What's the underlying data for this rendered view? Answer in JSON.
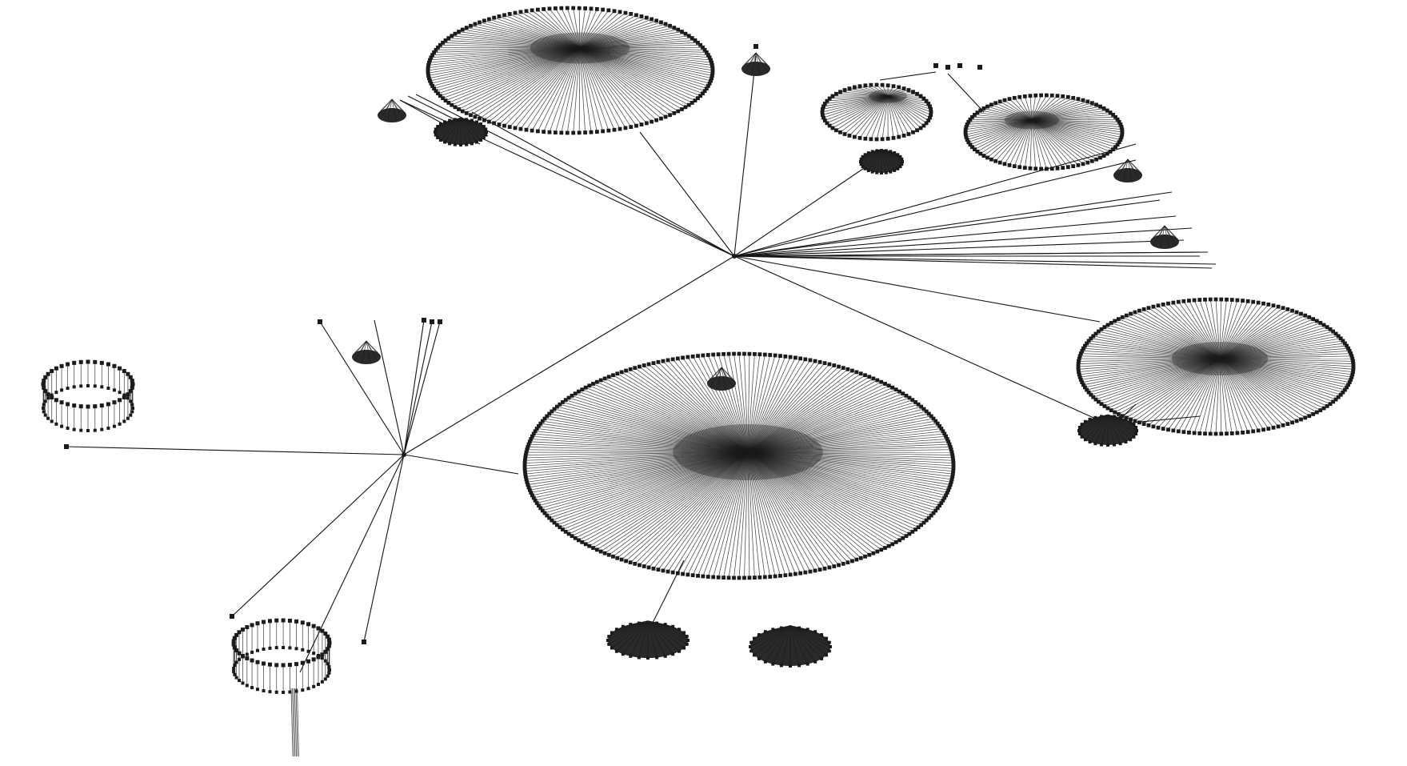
{
  "figure": {
    "description_type": "3D cone-tree graph visualization (no visible text)",
    "colors": {
      "background": "#ffffff",
      "ink": "#141414"
    }
  },
  "hubs": [
    {
      "id": "hub-a",
      "role": "upper-root"
    },
    {
      "id": "hub-b",
      "role": "lower-root"
    }
  ],
  "clusters": [
    {
      "id": "cluster-top-left-large",
      "kind": "disk",
      "spokes": 150
    },
    {
      "id": "cluster-top-middle-small",
      "kind": "disk",
      "spokes": 60
    },
    {
      "id": "cluster-top-right",
      "kind": "disk",
      "spokes": 90
    },
    {
      "id": "cluster-right-large",
      "kind": "disk",
      "spokes": 160
    },
    {
      "id": "cluster-center-huge",
      "kind": "disk",
      "spokes": 260
    },
    {
      "id": "cluster-left-cylinder",
      "kind": "cylinder",
      "spokes": 40
    },
    {
      "id": "cluster-bottom-left-cylinder",
      "kind": "cylinder",
      "spokes": 45
    },
    {
      "id": "dome-a",
      "kind": "dome"
    },
    {
      "id": "dome-b",
      "kind": "dome"
    },
    {
      "id": "dome-c",
      "kind": "dome"
    },
    {
      "id": "dome-d",
      "kind": "dome"
    },
    {
      "id": "dome-e",
      "kind": "dome"
    }
  ]
}
